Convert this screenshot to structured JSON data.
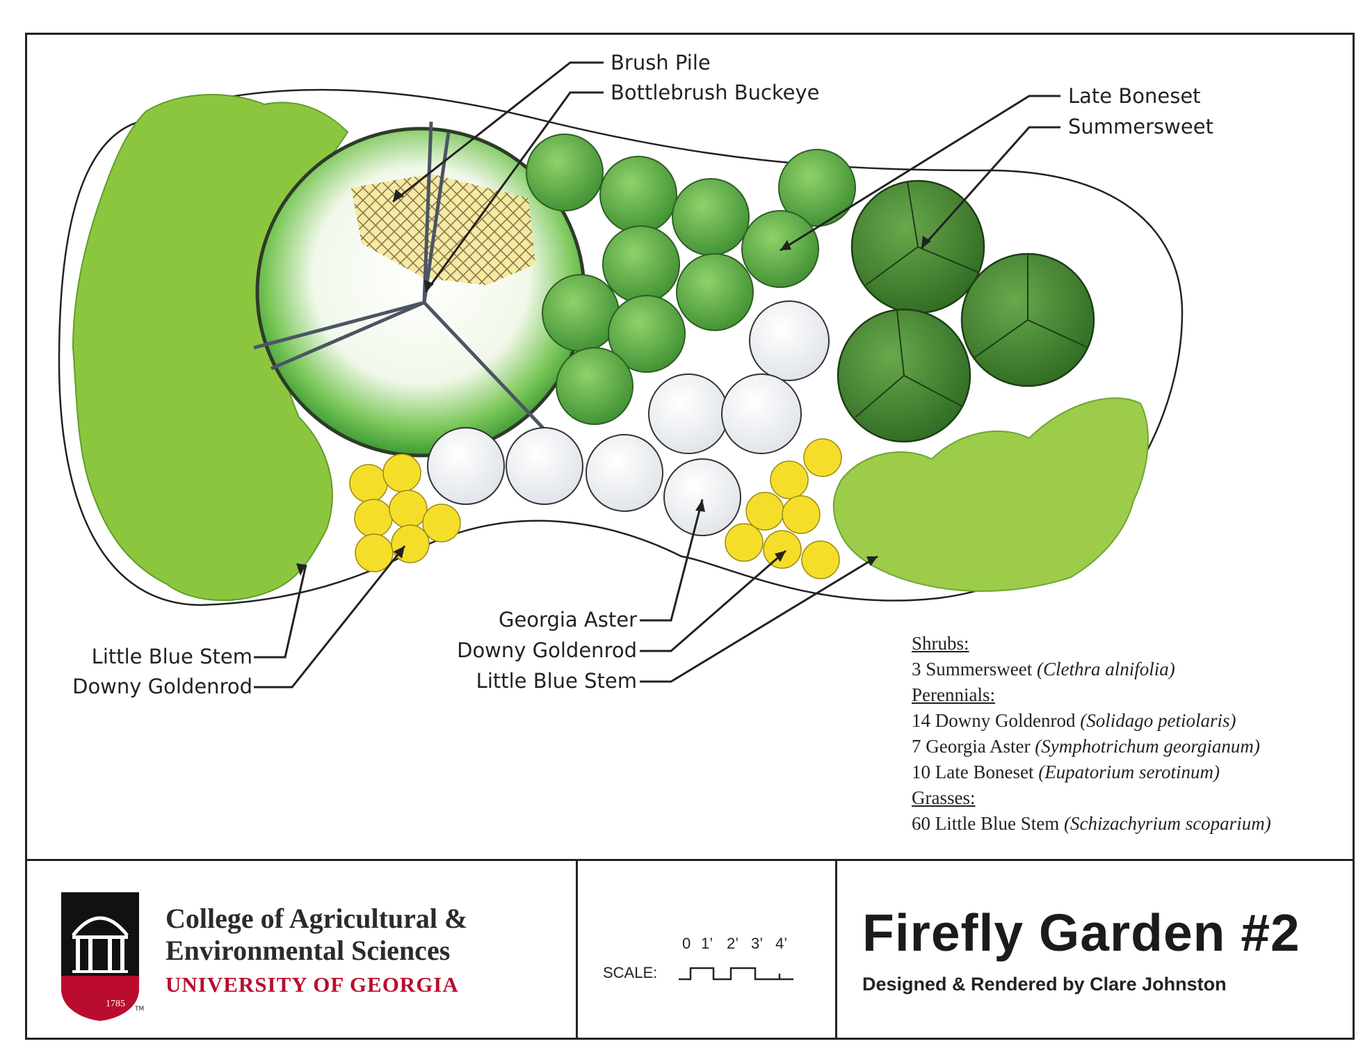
{
  "callouts": {
    "brush_pile": "Brush Pile",
    "bottlebrush_buckeye": "Bottlebrush Buckeye",
    "late_boneset": "Late Boneset",
    "summersweet": "Summersweet",
    "little_blue_stem_left": "Little Blue Stem",
    "downy_goldenrod_left": "Downy Goldenrod",
    "georgia_aster": "Georgia Aster",
    "downy_goldenrod_mid": "Downy Goldenrod",
    "little_blue_stem_mid": "Little Blue Stem"
  },
  "legend": {
    "shrubs_heading": "Shrubs:",
    "shrubs": [
      {
        "label": "3 Summersweet",
        "scientific": "(Clethra alnifolia)"
      }
    ],
    "perennials_heading": "Perennials:",
    "perennials": [
      {
        "label": "14 Downy Goldenrod",
        "scientific": "(Solidago petiolaris)"
      },
      {
        "label": "7 Georgia Aster",
        "scientific": "(Symphotrichum georgianum)"
      },
      {
        "label": "10 Late Boneset",
        "scientific": "(Eupatorium serotinum)"
      }
    ],
    "grasses_heading": "Grasses:",
    "grasses": [
      {
        "label": "60 Little Blue Stem",
        "scientific": "(Schizachyrium scoparium)"
      }
    ]
  },
  "title_block": {
    "college_line1": "College of Agricultural &",
    "college_line2": "Environmental Sciences",
    "university": "UNIVERSITY OF GEORGIA",
    "seal_year": "1785",
    "trademark": "TM",
    "scale_label": "SCALE:",
    "scale_ticks": [
      "0",
      "1’",
      "2’",
      "3’",
      "4’"
    ],
    "title": "Firefly Garden #2",
    "credit": "Designed & Rendered by Clare Johnston"
  },
  "colors": {
    "grass_green": "#8cc63f",
    "buckeye_green": "#4fae3d",
    "boneset_green": "#5aa642",
    "summersweet_green": "#3e7e2c",
    "goldenrod_yellow": "#f5de2a",
    "aster_white": "#f4f5f7",
    "uga_red": "#ba0c2f"
  }
}
